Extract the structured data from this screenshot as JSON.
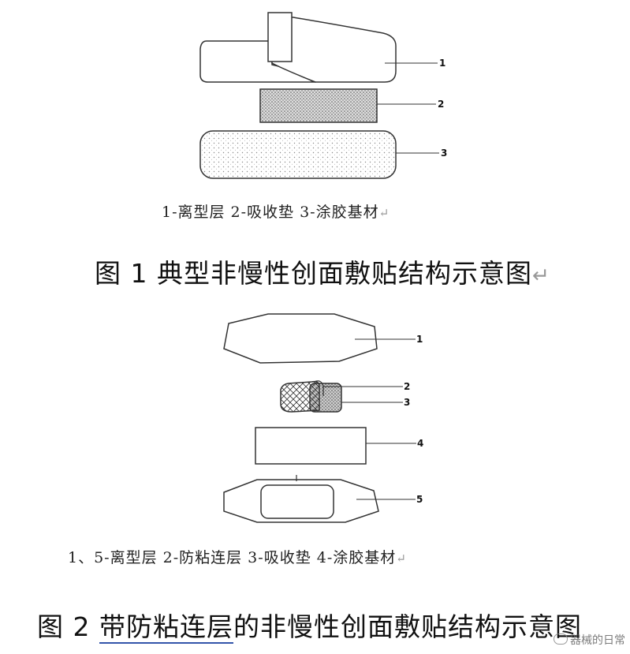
{
  "figure1": {
    "labels": [
      "1",
      "2",
      "3"
    ],
    "legend": "1-离型层  2-吸收垫 3-涂胶基材",
    "caption": "图 1  典型非慢性创面敷贴结构示意图"
  },
  "figure2": {
    "labels": [
      "1",
      "2",
      "3",
      "4",
      "5"
    ],
    "legend": "1、5-离型层  2-防粘连层 3-吸收垫 4-涂胶基材",
    "caption_prefix": "图 2 ",
    "caption_underlined": "带防粘连层",
    "caption_rest": "的非慢性创面敷贴结构示意图"
  },
  "watermark": "器械的日常",
  "return_mark": "↵"
}
